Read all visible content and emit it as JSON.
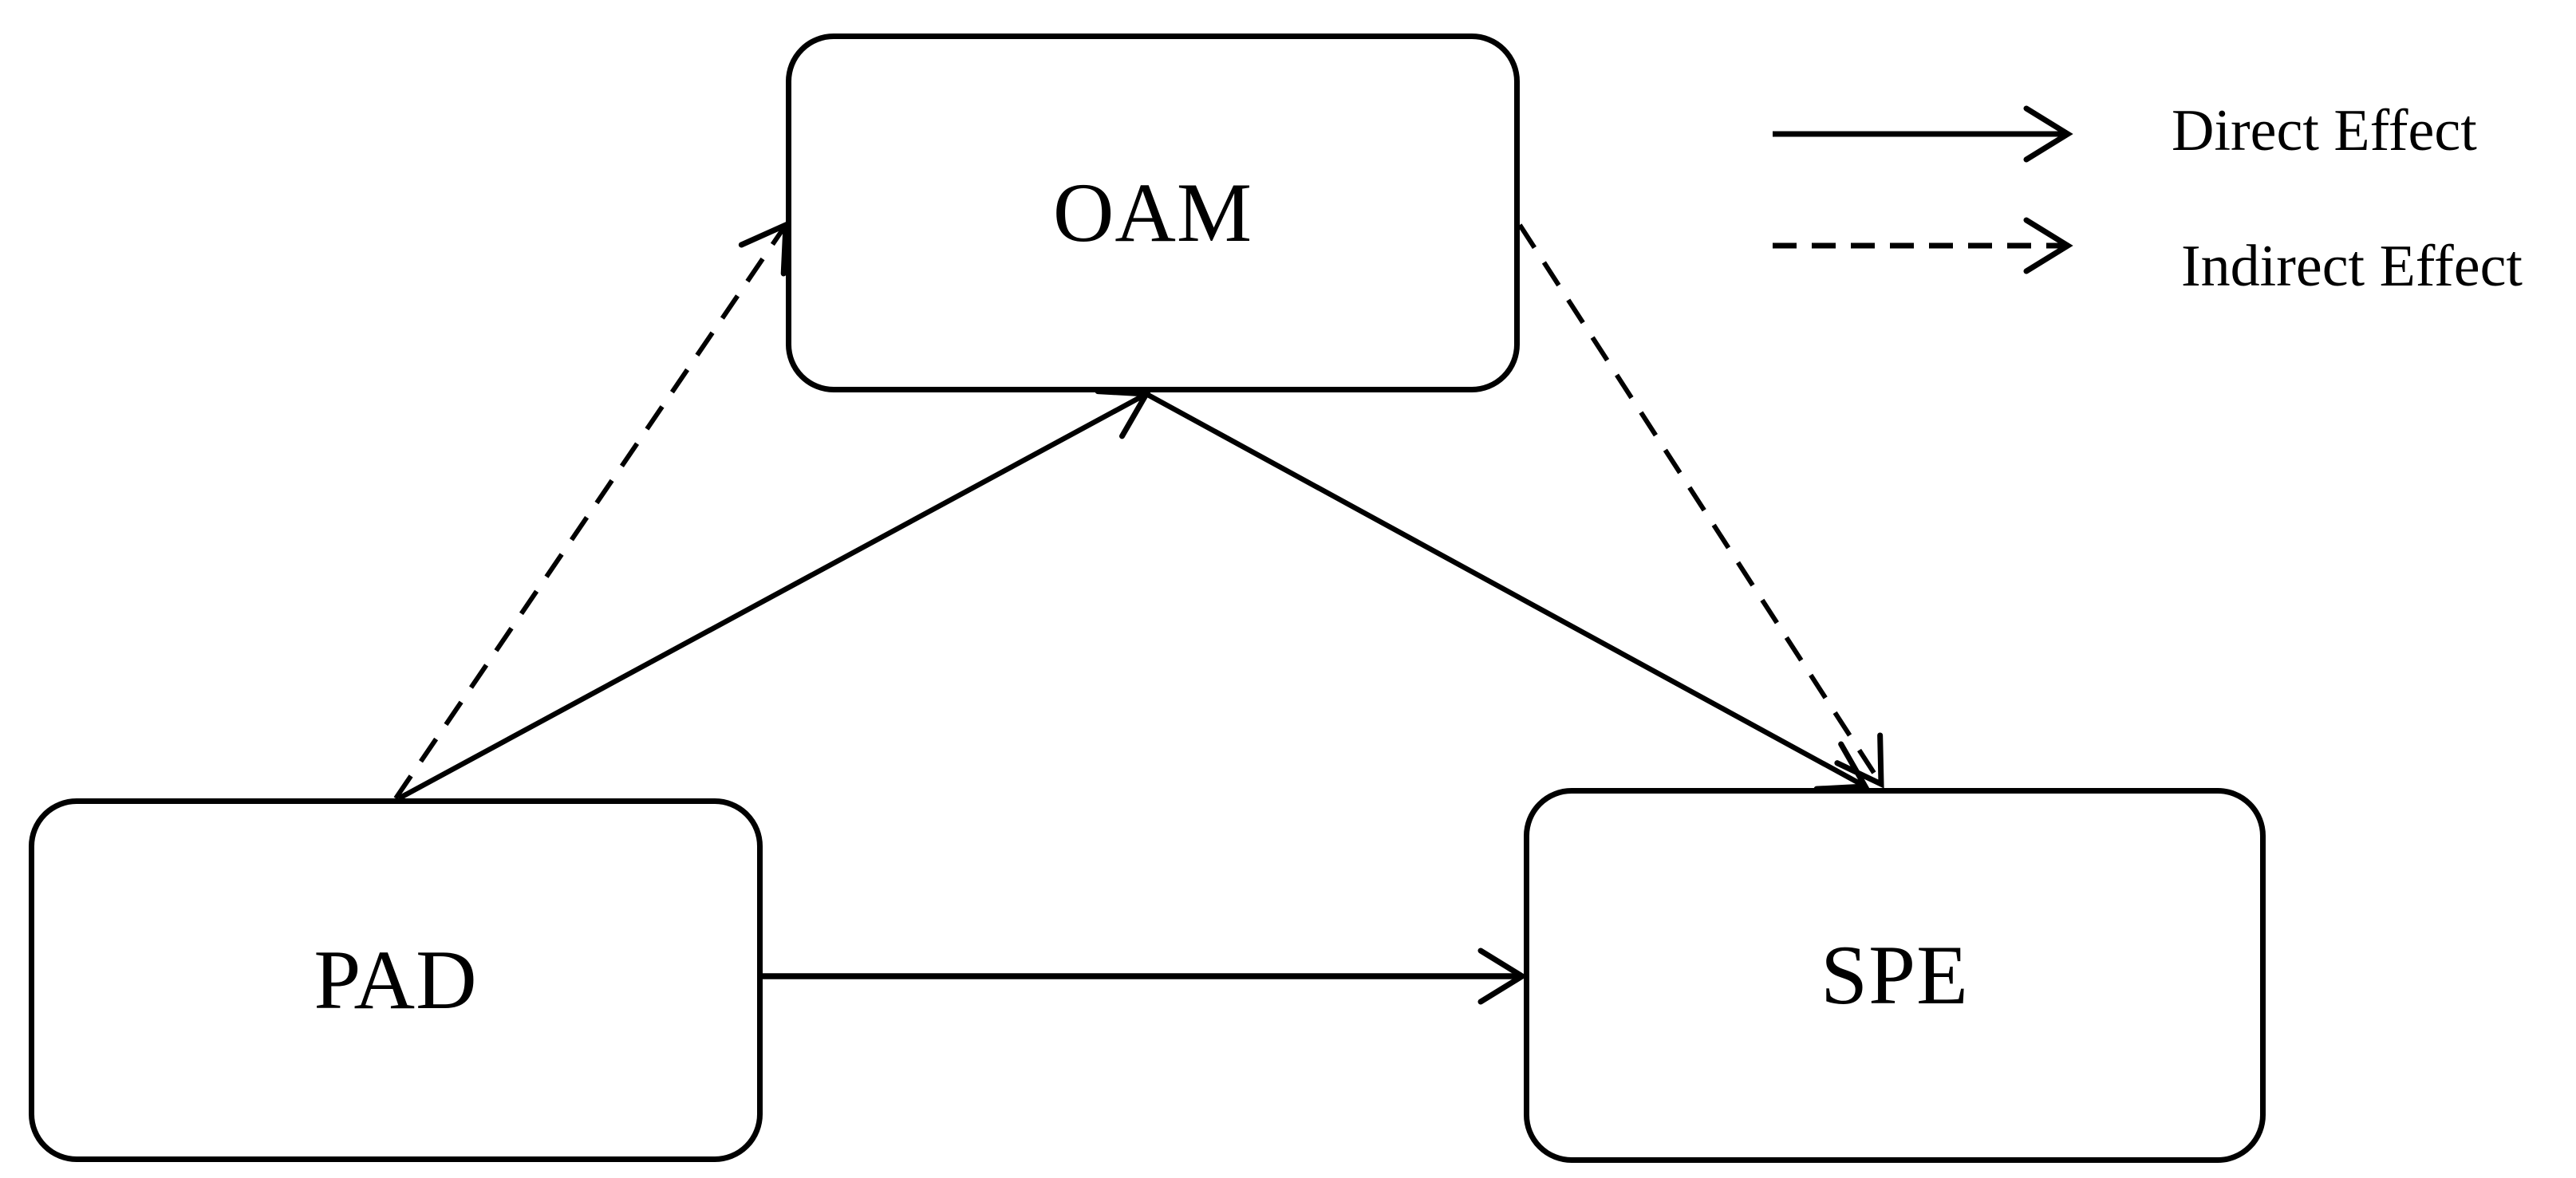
{
  "diagram": {
    "type": "path-model",
    "nodes": [
      {
        "id": "OAM",
        "label": "OAM",
        "position": "top-center"
      },
      {
        "id": "PAD",
        "label": "PAD",
        "position": "bottom-left"
      },
      {
        "id": "SPE",
        "label": "SPE",
        "position": "bottom-right"
      }
    ],
    "edges": [
      {
        "from": "PAD",
        "to": "OAM",
        "style": "dashed",
        "effect": "Indirect Effect"
      },
      {
        "from": "PAD",
        "to": "OAM",
        "style": "solid",
        "effect": "Direct Effect"
      },
      {
        "from": "OAM",
        "to": "SPE",
        "style": "solid",
        "effect": "Direct Effect"
      },
      {
        "from": "OAM",
        "to": "SPE",
        "style": "dashed",
        "effect": "Indirect Effect"
      },
      {
        "from": "PAD",
        "to": "SPE",
        "style": "solid",
        "effect": "Direct Effect"
      }
    ],
    "legend": {
      "items": [
        {
          "style": "solid",
          "label": "Direct Effect"
        },
        {
          "style": "dashed",
          "label": "Indirect Effect"
        }
      ]
    },
    "colors": {
      "stroke": "#000000",
      "background": "#ffffff"
    }
  }
}
